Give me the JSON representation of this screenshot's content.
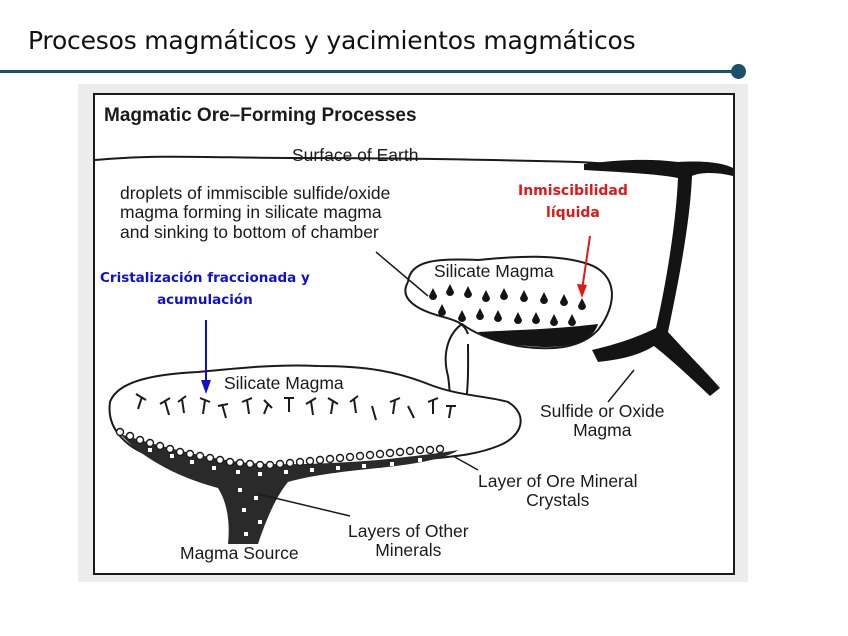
{
  "slide": {
    "title": "Procesos magmáticos y yacimientos magmáticos",
    "accent_color": "#1b4f6b"
  },
  "diagram": {
    "heading": "Magmatic Ore–Forming Processes",
    "labels": {
      "surface": "Surface of Earth",
      "droplets": "droplets of immiscible sulfide/oxide\nmagma forming in silicate magma\nand sinking to bottom of chamber",
      "silicate_upper": "Silicate Magma",
      "silicate_lower": "Silicate Magma",
      "sulfide": "Sulfide or Oxide\nMagma",
      "ore_layer": "Layer of Ore Mineral\nCrystals",
      "other_layers": "Layers of Other\nMinerals",
      "source": "Magma Source"
    },
    "annotations": {
      "inmiscibilidad": "Inmiscibilidad\nlíquida",
      "cristalizacion": "Cristalización fraccionada y\nacumulación",
      "red_color": "#e01818",
      "blue_color": "#1010cc"
    }
  }
}
